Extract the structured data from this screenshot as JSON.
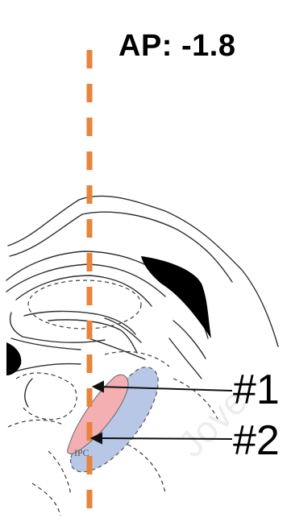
{
  "title": "AP: -1.8",
  "markers": [
    {
      "label": "#1",
      "region": "red"
    },
    {
      "label": "#2",
      "region": "blue"
    }
  ],
  "region_label": "IPC",
  "watermark": "Jove",
  "colors": {
    "guide_line": "#E8843C",
    "region_1": "#F4AFB2",
    "region_2": "#B8C7E6",
    "outline": "#333333",
    "ventricle": "#000000"
  }
}
